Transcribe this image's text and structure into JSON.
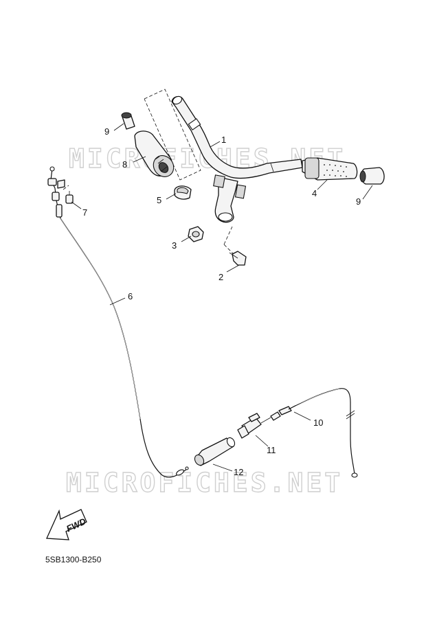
{
  "watermark": "MICROFICHES.NET",
  "diagram_code": "5SB1300-B250",
  "direction_label": "FWD",
  "callouts": [
    {
      "id": "1",
      "label": "1"
    },
    {
      "id": "2",
      "label": "2"
    },
    {
      "id": "3",
      "label": "3"
    },
    {
      "id": "4",
      "label": "4"
    },
    {
      "id": "5",
      "label": "5"
    },
    {
      "id": "6",
      "label": "6"
    },
    {
      "id": "7",
      "label": "7"
    },
    {
      "id": "8",
      "label": "8"
    },
    {
      "id": "9a",
      "label": "9"
    },
    {
      "id": "9b",
      "label": "9"
    },
    {
      "id": "10",
      "label": "10"
    },
    {
      "id": "11",
      "label": "11"
    },
    {
      "id": "12",
      "label": "12"
    }
  ]
}
